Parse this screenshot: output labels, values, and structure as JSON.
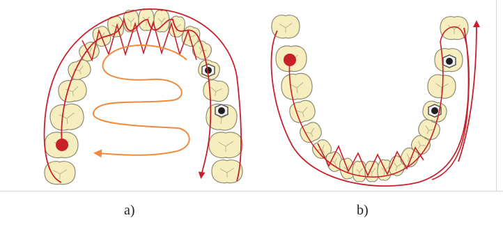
{
  "panels": [
    {
      "id": "a",
      "caption": "a)"
    },
    {
      "id": "b",
      "caption": "b)"
    }
  ],
  "colors": {
    "tooth_fill": "#f6eebe",
    "tooth_stroke": "#8e8a70",
    "path_red": "#c8202a",
    "path_orange": "#f08a3c",
    "implant_dark": "#1f1f1f"
  }
}
